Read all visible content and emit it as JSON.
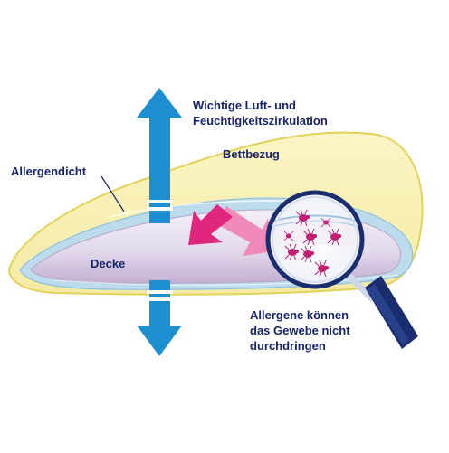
{
  "labels": {
    "circulation_line1": "Wichtige Luft- und",
    "circulation_line2": "Feuchtigkeitszirkulation",
    "cover": "Bettbezug",
    "allergy_proof": "Allergendicht",
    "duvet": "Decke",
    "allergens_line1": "Allergene können",
    "allergens_line2": "das Gewebe nicht",
    "allergens_line3": "durchdringen"
  },
  "colors": {
    "cover_fill": "#f8f0b4",
    "cover_outline": "#e2d25a",
    "fabric_blue": "#bcdcee",
    "duvet_fill": "#e4dcec",
    "arrow_blue": "#1d8fd0",
    "allergen_arrow": "#e0267f",
    "allergen_arrow_light": "#f08ab8",
    "text": "#17246b",
    "mite": "#c21f73"
  },
  "icons": [
    "up-arrow-icon",
    "down-arrow-icon",
    "magnifier-icon",
    "dust-mite-icon"
  ]
}
